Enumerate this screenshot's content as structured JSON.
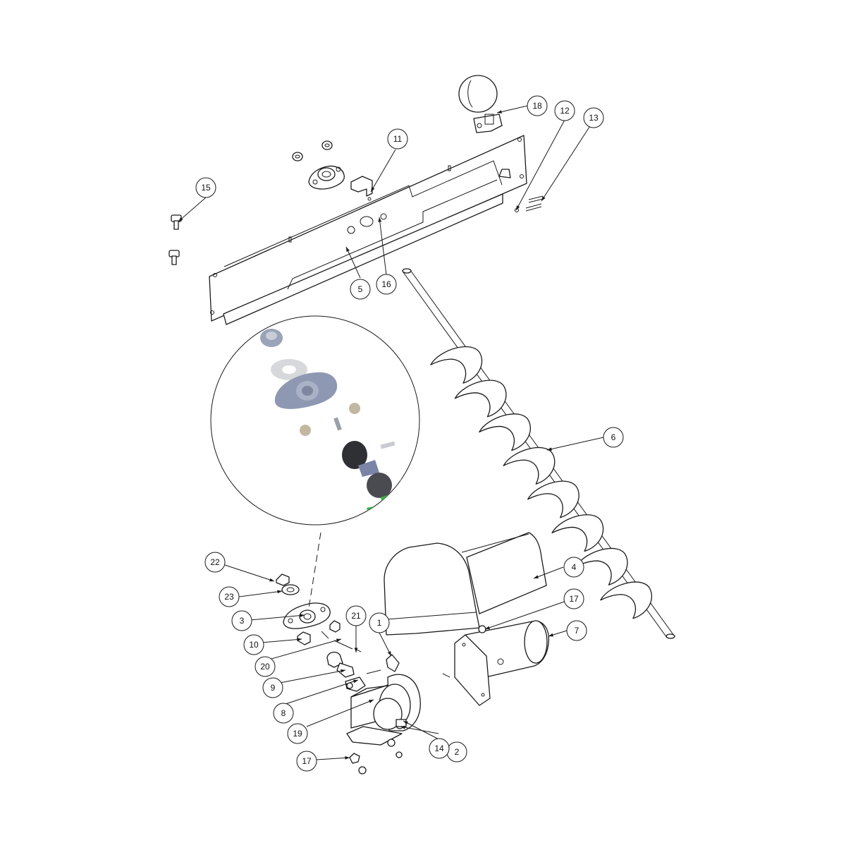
{
  "diagram": {
    "highlight_color": "#fff200",
    "callouts": [
      {
        "id": "c1",
        "label": "1",
        "highlight": false
      },
      {
        "id": "c2",
        "label": "2",
        "highlight": false
      },
      {
        "id": "c3",
        "label": "3",
        "highlight": true
      },
      {
        "id": "c4",
        "label": "4",
        "highlight": false
      },
      {
        "id": "c5",
        "label": "5",
        "highlight": false
      },
      {
        "id": "c6",
        "label": "6",
        "highlight": false
      },
      {
        "id": "c7",
        "label": "7",
        "highlight": false
      },
      {
        "id": "c8",
        "label": "8",
        "highlight": false
      },
      {
        "id": "c9",
        "label": "9",
        "highlight": false
      },
      {
        "id": "c10",
        "label": "10",
        "highlight": false
      },
      {
        "id": "c11",
        "label": "11",
        "highlight": false
      },
      {
        "id": "c12",
        "label": "12",
        "highlight": false
      },
      {
        "id": "c13",
        "label": "13",
        "highlight": false
      },
      {
        "id": "c14",
        "label": "14",
        "highlight": false
      },
      {
        "id": "c15",
        "label": "15",
        "highlight": false
      },
      {
        "id": "c16",
        "label": "16",
        "highlight": false
      },
      {
        "id": "c17a",
        "label": "17",
        "highlight": false
      },
      {
        "id": "c17b",
        "label": "17",
        "highlight": false
      },
      {
        "id": "c18",
        "label": "18",
        "highlight": false
      },
      {
        "id": "c19",
        "label": "19",
        "highlight": false
      },
      {
        "id": "c20",
        "label": "20",
        "highlight": false
      },
      {
        "id": "c21",
        "label": "21",
        "highlight": false
      },
      {
        "id": "c22",
        "label": "22",
        "highlight": false
      },
      {
        "id": "c23",
        "label": "23",
        "highlight": false
      }
    ]
  }
}
